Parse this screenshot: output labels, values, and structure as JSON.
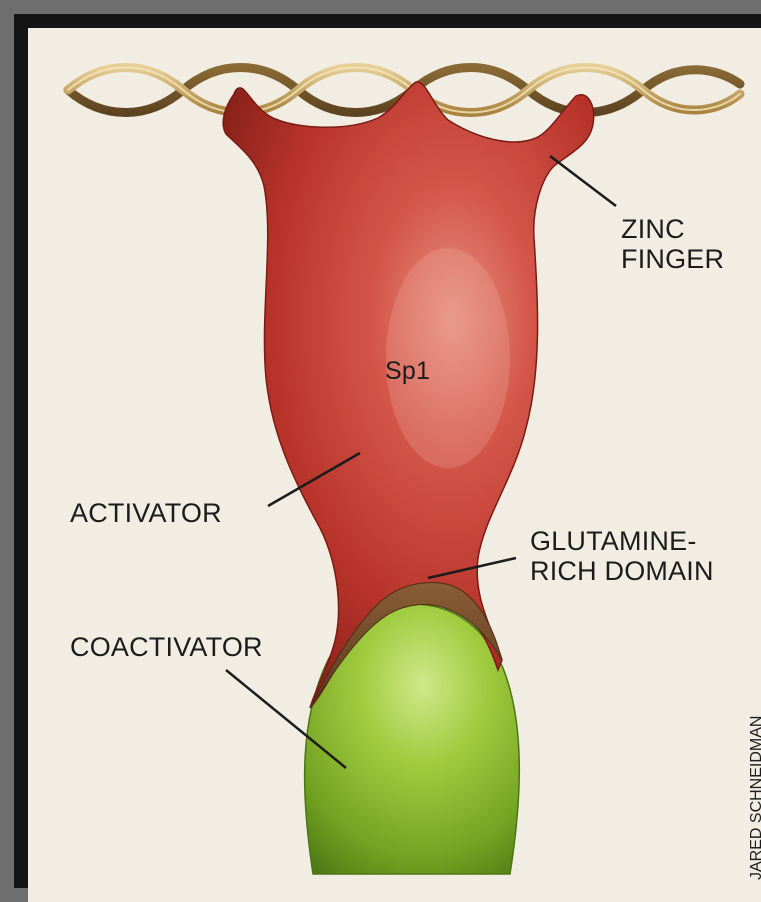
{
  "diagram": {
    "labels": {
      "zinc_finger": [
        "ZINC",
        "FINGER"
      ],
      "sp1": "Sp1",
      "activator": "ACTIVATOR",
      "glutamine_rich_domain": [
        "GLUTAMINE-",
        "RICH DOMAIN"
      ],
      "coactivator": "COACTIVATOR"
    },
    "credit": "JARED SCHNEIDMAN"
  },
  "colors": {
    "protein_red": "#b8342a",
    "coactivator_green": "#8fbf2e",
    "glutamine_brown": "#6f4a2a",
    "dna_gold": "#c9a565",
    "background": "#f1ede3"
  }
}
